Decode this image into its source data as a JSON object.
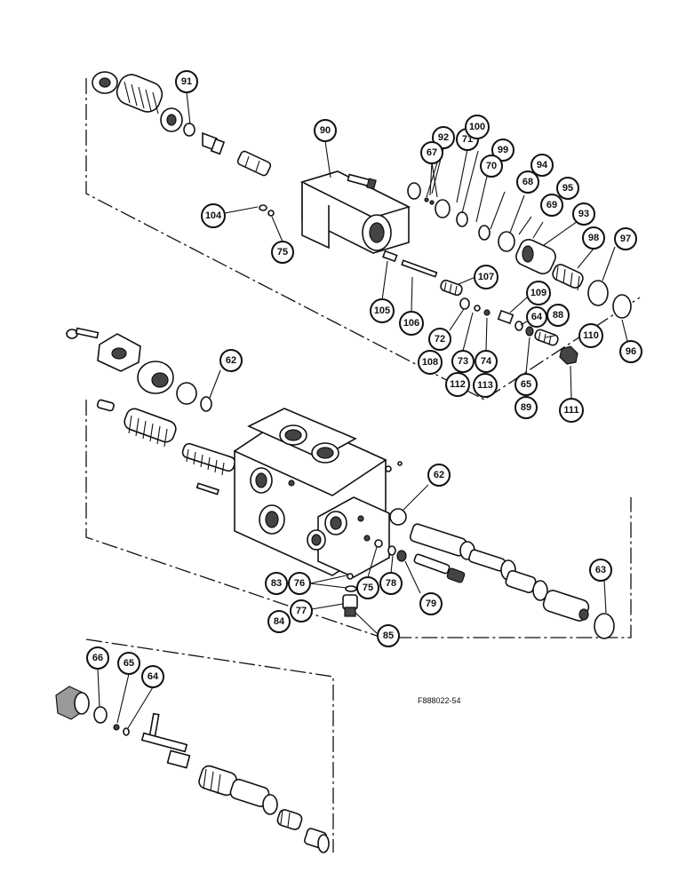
{
  "figure_id": "F888022-54",
  "callouts": {
    "c91": "91",
    "c90": "90",
    "c92": "92",
    "c67": "67",
    "c71": "71",
    "c100": "100",
    "c99": "99",
    "c70": "70",
    "c68": "68",
    "c94": "94",
    "c69": "69",
    "c95": "95",
    "c93": "93",
    "c98": "98",
    "c97": "97",
    "c104": "104",
    "c75a": "75",
    "c105": "105",
    "c106": "106",
    "c107": "107",
    "c109": "109",
    "c64a": "64",
    "c88": "88",
    "c72": "72",
    "c108": "108",
    "c73": "73",
    "c74": "74",
    "c112": "112",
    "c113": "113",
    "c65a": "65",
    "c89": "89",
    "c110": "110",
    "c111": "111",
    "c96": "96",
    "c62a": "62",
    "c62b": "62",
    "c63": "63",
    "c83": "83",
    "c76": "76",
    "c75b": "75",
    "c78": "78",
    "c79": "79",
    "c84": "84",
    "c77": "77",
    "c85": "85",
    "c66": "66",
    "c65b": "65",
    "c64b": "64"
  }
}
